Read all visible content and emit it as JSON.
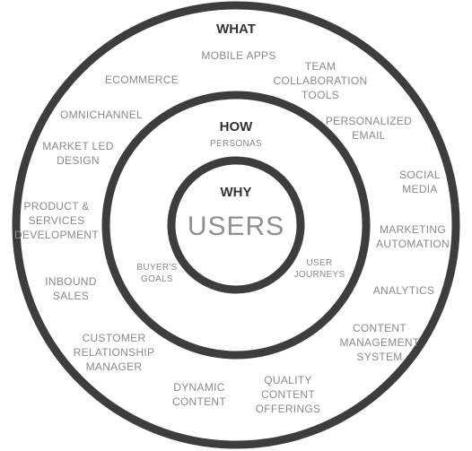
{
  "rings": {
    "outer_title": "WHAT",
    "middle_title": "HOW",
    "inner_title": "WHY"
  },
  "center_label": "USERS",
  "what_items": [
    [
      "MOBILE APPS"
    ],
    [
      "TEAM",
      "COLLABORATION",
      "TOOLS"
    ],
    [
      "ECOMMERCE"
    ],
    [
      "OMNICHANNEL"
    ],
    [
      "PERSONALIZED",
      "EMAIL"
    ],
    [
      "MARKET LED",
      "DESIGN"
    ],
    [
      "SOCIAL",
      "MEDIA"
    ],
    [
      "PRODUCT &",
      "SERVICES",
      "DEVELOPMENT"
    ],
    [
      "MARKETING",
      "AUTOMATION"
    ],
    [
      "INBOUND",
      "SALES"
    ],
    [
      "ANALYTICS"
    ],
    [
      "CONTENT",
      "MANAGEMENT",
      "SYSTEM"
    ],
    [
      "CUSTOMER",
      "RELATIONSHIP",
      "MANAGER"
    ],
    [
      "DYNAMIC",
      "CONTENT"
    ],
    [
      "QUALITY",
      "CONTENT",
      "OFFERINGS"
    ]
  ],
  "how_items": [
    [
      "PERSONAS"
    ],
    [
      "BUYER'S",
      "GOALS"
    ],
    [
      "USER",
      "JOURNEYS"
    ]
  ]
}
